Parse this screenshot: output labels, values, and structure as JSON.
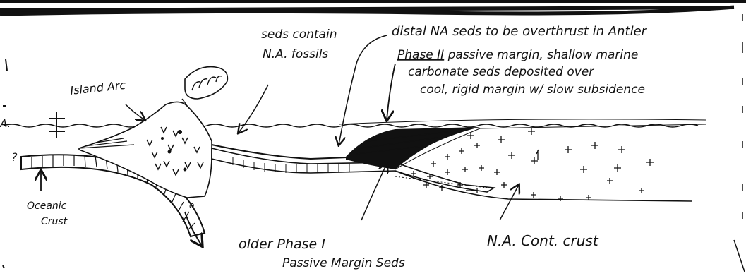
{
  "diagram": {
    "labels": {
      "seds_contain_fossils": [
        "seds contain",
        "N.A. fossils"
      ],
      "distal_seds": "distal NA seds to be overthrust in Antler",
      "phase2_heading": "Phase II",
      "phase2_lines": [
        " passive margin, shallow marine",
        "carbonate seds deposited over",
        "cool, rigid margin w/ slow subsidence"
      ],
      "island_arc": "Island Arc",
      "oceanic_crust": [
        "Oceanic",
        "Crust"
      ],
      "older_phase1": [
        "older Phase I",
        "Passive Margin Seds"
      ],
      "na_cont_crust": "N.A. Cont. crust",
      "question_mark": "?",
      "sea_level_mark": "A."
    },
    "colors": {
      "ink": "#111111",
      "paper": "#ffffff"
    }
  }
}
